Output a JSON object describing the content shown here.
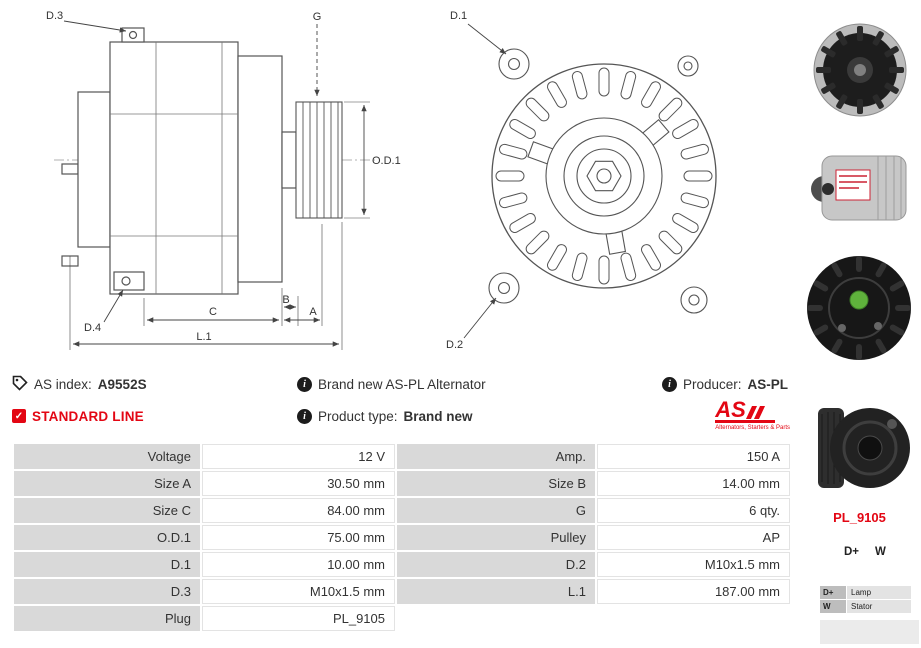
{
  "colors": {
    "accent_red": "#e30613"
  },
  "drawings": {
    "side": {
      "d3": "D.3",
      "g": "G",
      "od1": "O.D.1",
      "d4": "D.4",
      "c": "C",
      "b": "B",
      "a": "A",
      "l1": "L.1"
    },
    "front": {
      "d1": "D.1",
      "d2": "D.2"
    }
  },
  "info": {
    "as_index_label": "AS index:",
    "as_index_value": "A9552S",
    "brand_new_text": "Brand new AS-PL Alternator",
    "producer_label": "Producer:",
    "producer_value": "AS-PL",
    "standard_line": "STANDARD LINE",
    "product_type_label": "Product type:",
    "product_type_value": "Brand new",
    "logo_text": "AS",
    "logo_subtext": "Alternators, Starters & Parts"
  },
  "sidebar": {
    "plug_code": "PL_9105",
    "terminals": [
      "D+",
      "W"
    ],
    "legend": [
      {
        "term": "D+",
        "desc": "Lamp"
      },
      {
        "term": "W",
        "desc": "Stator"
      }
    ]
  },
  "table": {
    "rows": [
      {
        "l1": "Voltage",
        "v1": "12 V",
        "l2": "Amp.",
        "v2": "150 A"
      },
      {
        "l1": "Size A",
        "v1": "30.50 mm",
        "l2": "Size B",
        "v2": "14.00 mm"
      },
      {
        "l1": "Size C",
        "v1": "84.00 mm",
        "l2": "G",
        "v2": "6 qty."
      },
      {
        "l1": "O.D.1",
        "v1": "75.00 mm",
        "l2": "Pulley",
        "v2": "AP"
      },
      {
        "l1": "D.1",
        "v1": "10.00 mm",
        "l2": "D.2",
        "v2": "M10x1.5 mm"
      },
      {
        "l1": "D.3",
        "v1": "M10x1.5 mm",
        "l2": "L.1",
        "v2": "187.00 mm"
      },
      {
        "l1": "Plug",
        "v1": "PL_9105",
        "l2": "",
        "v2": ""
      }
    ]
  }
}
